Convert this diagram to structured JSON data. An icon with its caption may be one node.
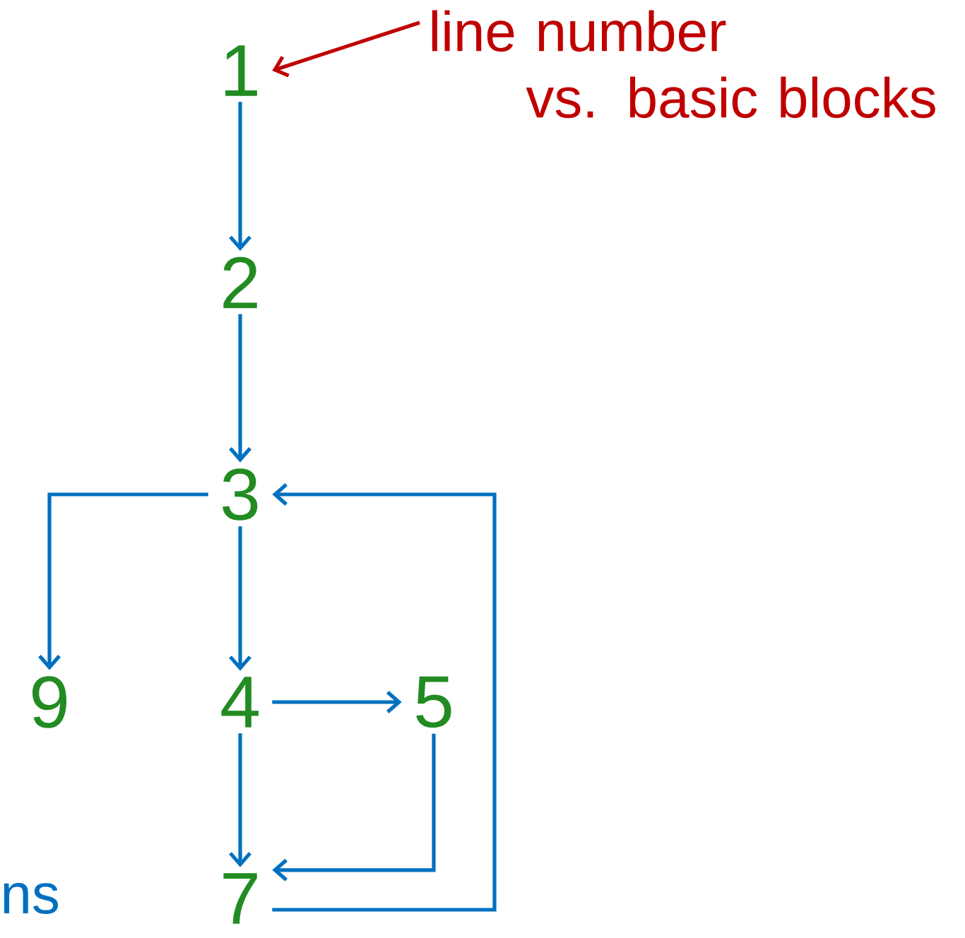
{
  "diagram": {
    "nodes": [
      {
        "text": [
          "line number vs. basic blocks"
        ]
      },
      {
        "text": [
          "1"
        ]
      },
      {
        "text": [
          "2"
        ]
      },
      {
        "text": [
          "3"
        ]
      },
      {
        "text": [
          "9"
        ]
      },
      {
        "text": [
          "4"
        ]
      },
      {
        "text": [
          "5"
        ]
      },
      {
        "text": [
          "7"
        ]
      }
    ],
    "edges": [
      {
        "from": 0,
        "to": 1,
        "arrow": "to",
        "color": "#c00000"
      },
      {
        "from": 1,
        "to": 2,
        "arrow": "to"
      },
      {
        "from": 2,
        "to": 3,
        "arrow": "to"
      },
      {
        "from": 3,
        "to": 4,
        "arrow": "to"
      },
      {
        "from": 3,
        "to": 5,
        "arrow": "to"
      },
      {
        "from": 5,
        "to": 6,
        "arrow": "to"
      },
      {
        "from": 5,
        "to": 7,
        "arrow": "to"
      },
      {
        "from": 6,
        "to": 7,
        "arrow": "to"
      },
      {
        "from": 7,
        "to": 3,
        "arrow": "to"
      }
    ],
    "labels": [
      "ns"
    ]
  }
}
